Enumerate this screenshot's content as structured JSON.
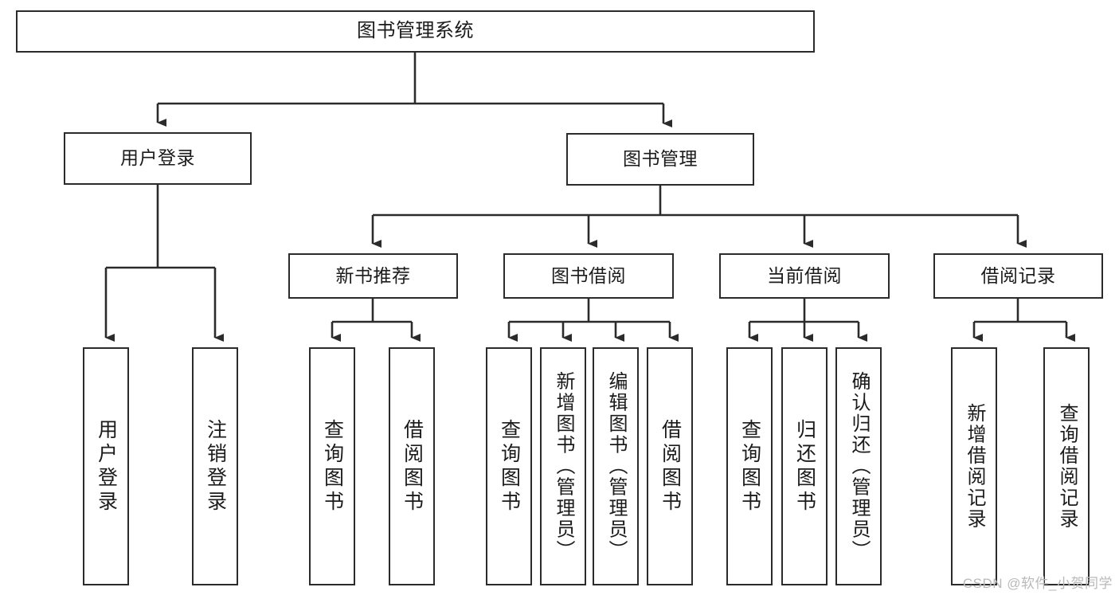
{
  "diagram": {
    "type": "tree",
    "title": "图书管理系统",
    "orientation": "top-down",
    "colors": {
      "box_border": "#2b2b2b",
      "box_fill": "#ffffff",
      "connector": "#2b2b2b",
      "text": "#1b1b1b",
      "watermark": "#b9b9b9",
      "background": "#ffffff"
    }
  },
  "root": {
    "label": "图书管理系统"
  },
  "level2": [
    {
      "label": "用户登录"
    },
    {
      "label": "图书管理"
    }
  ],
  "level3": [
    {
      "label": "新书推荐"
    },
    {
      "label": "图书借阅"
    },
    {
      "label": "当前借阅"
    },
    {
      "label": "借阅记录"
    }
  ],
  "leaves": {
    "user_login": [
      {
        "label": "用户登录"
      },
      {
        "label": "注销登录"
      }
    ],
    "new_book_recommend": [
      {
        "label": "查询图书"
      },
      {
        "label": "借阅图书"
      }
    ],
    "book_borrow": [
      {
        "label": "查询图书"
      },
      {
        "label": "新增图书（管理员）"
      },
      {
        "label": "编辑图书（管理员）"
      },
      {
        "label": "借阅图书"
      }
    ],
    "current_borrow": [
      {
        "label": "查询图书"
      },
      {
        "label": "归还图书"
      },
      {
        "label": "确认归还（管理员）"
      }
    ],
    "borrow_record": [
      {
        "label": "新增借阅记录"
      },
      {
        "label": "查询借阅记录"
      }
    ]
  },
  "watermark": {
    "text": "CSDN @软件_小贺同学"
  }
}
